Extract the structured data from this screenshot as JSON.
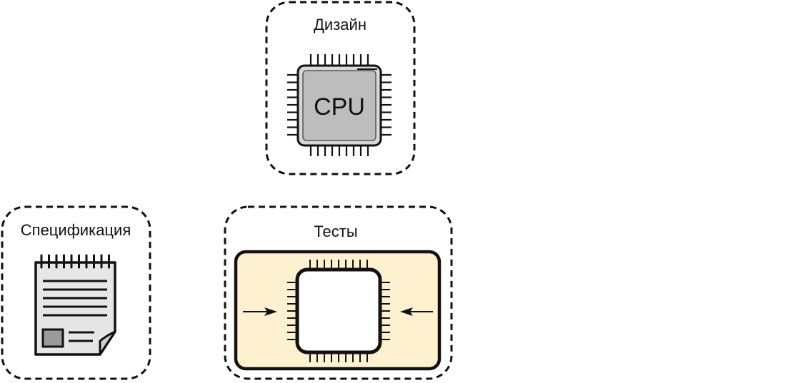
{
  "diagram": {
    "design": {
      "label": "Дизайн",
      "chip_text": "CPU"
    },
    "spec": {
      "label": "Спецификация"
    },
    "tests": {
      "label": "Тесты"
    }
  },
  "colors": {
    "dashed_border": "#111111",
    "chip_fill": "#bdbdbd",
    "chip_border": "#555555",
    "notepad_fill": "#e6e6e6",
    "notepad_square": "#9a9a9a",
    "test_bench_fill": "#fdf1d0",
    "chip_socket_fill": "#ffffff"
  }
}
